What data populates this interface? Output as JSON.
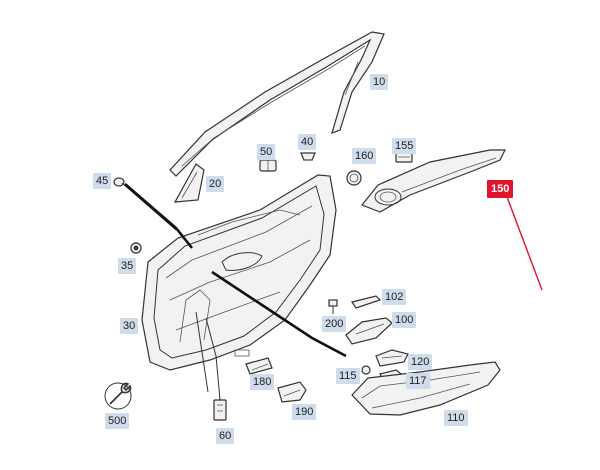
{
  "callouts": {
    "p10": "10",
    "p20": "20",
    "p30": "30",
    "p35": "35",
    "p40": "40",
    "p45": "45",
    "p50": "50",
    "p60": "60",
    "p100": "100",
    "p102": "102",
    "p110": "110",
    "p115": "115",
    "p117": "117",
    "p120": "120",
    "p150": "150",
    "p155": "155",
    "p160": "160",
    "p180": "180",
    "p190": "190",
    "p200": "200",
    "p500": "500"
  },
  "colors": {
    "highlight": "#e0142d",
    "callout_bg": "#cfdcec",
    "linework": "#333333"
  },
  "icons": {
    "tool": "wrench-icon"
  }
}
